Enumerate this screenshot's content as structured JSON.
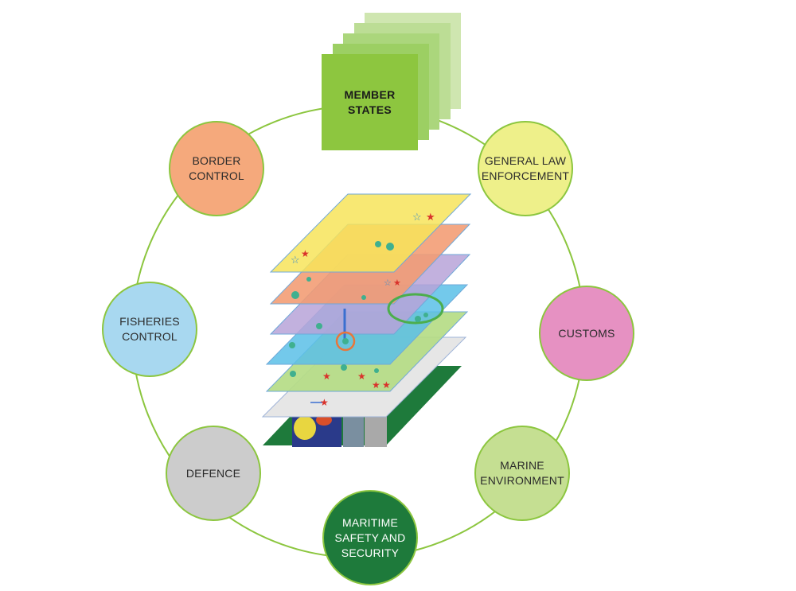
{
  "diagram": {
    "center": {
      "label": "MEMBER\nSTATES",
      "color": "#8dc63f",
      "shadow_colors": [
        "#cfe6b0",
        "#bcdd95",
        "#abd67c",
        "#9ccf63"
      ]
    },
    "ring_color": "#8cc63f",
    "nodes": [
      {
        "id": "border-control",
        "label": "BORDER\nCONTROL",
        "color": "#f5a97c"
      },
      {
        "id": "general-law-enforcement",
        "label": "GENERAL LAW\nENFORCEMENT",
        "color": "#eef08a"
      },
      {
        "id": "customs",
        "label": "CUSTOMS",
        "color": "#e691c2"
      },
      {
        "id": "marine-environment",
        "label": "MARINE\nENVIRONMENT",
        "color": "#c5df92"
      },
      {
        "id": "maritime-safety-and-security",
        "label": "MARITIME\nSAFETY AND\nSECURITY",
        "color": "#1e7a3b"
      },
      {
        "id": "defence",
        "label": "DEFENCE",
        "color": "#cccccc"
      },
      {
        "id": "fisheries-control",
        "label": "FISHERIES\nCONTROL",
        "color": "#a8d8f0"
      }
    ],
    "layers": [
      {
        "name": "base-map",
        "color": "#1e7a3b"
      },
      {
        "name": "grey",
        "color": "#e6e6e6"
      },
      {
        "name": "green",
        "color": "#b5dc85"
      },
      {
        "name": "blue",
        "color": "#5bc0e8"
      },
      {
        "name": "purple",
        "color": "#b7a3d8"
      },
      {
        "name": "orange",
        "color": "#f29b72"
      },
      {
        "name": "yellow",
        "color": "#f7e45a"
      }
    ]
  }
}
